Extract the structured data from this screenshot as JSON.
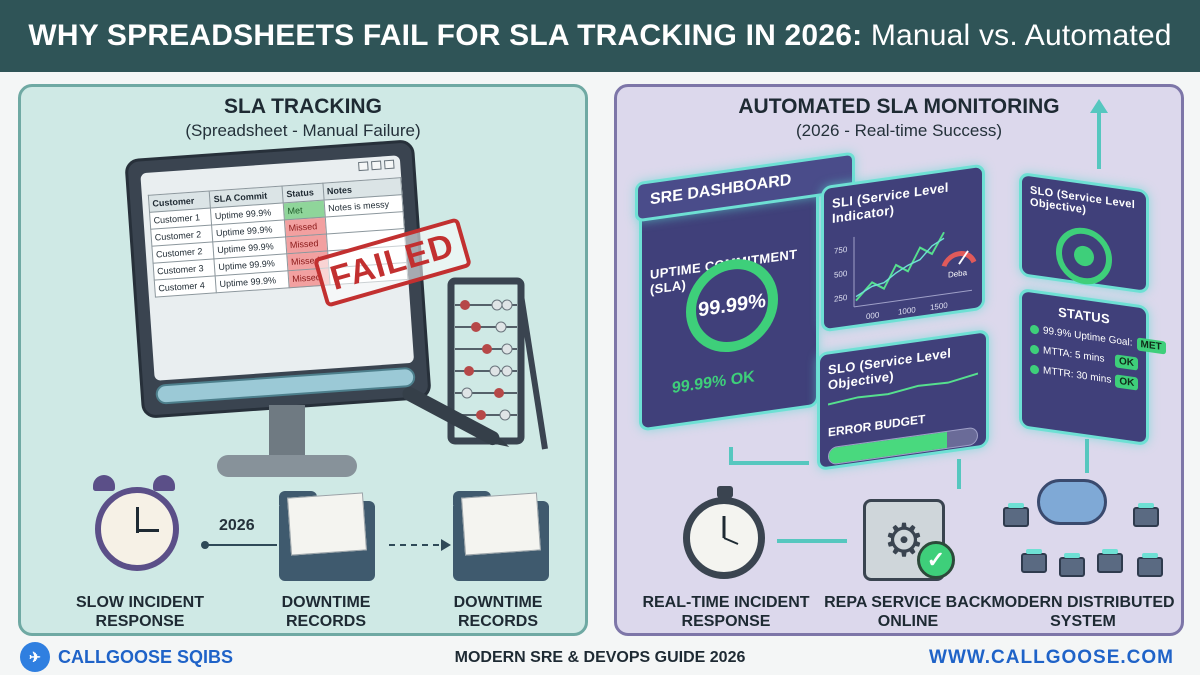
{
  "header": {
    "title_bold": "WHY SPREADSHEETS FAIL FOR SLA TRACKING IN 2026:",
    "title_light": "Manual vs. Automated"
  },
  "left_panel": {
    "title": "SLA TRACKING",
    "subtitle": "(Spreadsheet - Manual Failure)",
    "table": {
      "headers": [
        "Customer",
        "SLA Commit",
        "Status",
        "Notes"
      ],
      "rows": [
        {
          "customer": "Customer 1",
          "commit": "Uptime 99.9%",
          "status": "Met",
          "notes": "Notes is messy"
        },
        {
          "customer": "Customer 2",
          "commit": "Uptime 99.9%",
          "status": "Missed",
          "notes": ""
        },
        {
          "customer": "Customer 2",
          "commit": "Uptime 99.9%",
          "status": "Missed",
          "notes": ""
        },
        {
          "customer": "Customer 3",
          "commit": "Uptime 99.9%",
          "status": "Missed",
          "notes": ""
        },
        {
          "customer": "Customer 4",
          "commit": "Uptime 99.9%",
          "status": "Missed",
          "notes": ""
        }
      ]
    },
    "stamp": "FAILED",
    "flow": {
      "year_label": "2026",
      "items": [
        "SLOW INCIDENT RESPONSE",
        "DOWNTIME RECORDS",
        "DOWNTIME RECORDS"
      ]
    }
  },
  "right_panel": {
    "title": "AUTOMATED SLA MONITORING",
    "subtitle": "(2026 - Real-time Success)",
    "dashboard": {
      "title": "SRE DASHBOARD",
      "uptime_label": "UPTIME COMMITMENT (SLA)",
      "uptime_value": "99.99%",
      "ok_text": "99.99% OK"
    },
    "sli_card": {
      "title": "SLI (Service Level Indicator)",
      "y_ticks": [
        "750",
        "500",
        "250"
      ],
      "x_ticks": [
        "000",
        "1000",
        "1500"
      ],
      "gauge_label": "Deba"
    },
    "slo_budget_card": {
      "title": "SLO (Service Level Objective)",
      "budget_label": "ERROR BUDGET",
      "budget_fraction": 0.8
    },
    "slo_target_card": {
      "title": "SLO (Service Level Objective)"
    },
    "status_card": {
      "title": "STATUS",
      "rows": [
        {
          "label": "99.9% Uptime Goal:",
          "badge": "MET"
        },
        {
          "label": "MTTA: 5 mins",
          "badge": "OK"
        },
        {
          "label": "MTTR: 30 mins",
          "badge": "OK"
        }
      ]
    },
    "flow": {
      "items": [
        "REAL-TIME INCIDENT RESPONSE",
        "REPA SERVICE BACK ONLINE",
        "MODERN DISTRIBUTED SYSTEM"
      ]
    }
  },
  "footer": {
    "brand": "CALLGOOSE SQIBS",
    "guide": "MODERN SRE & DEVOPS GUIDE 2026",
    "website": "WWW.CALLGOOSE.COM"
  },
  "colors": {
    "header_bg": "#2f5457",
    "left_panel_bg": "#cfe9e5",
    "right_panel_bg": "#dcd8ec",
    "met": "#8fd59a",
    "missed": "#f2a0a0",
    "failed_stamp": "#c23030",
    "success_green": "#3ecf7a",
    "glow": "#6ee0d4",
    "brand_blue": "#1f63c8"
  },
  "icons": [
    "alarm-clock-icon",
    "folder-icon",
    "abacus-icon",
    "pen-icon",
    "stopwatch-icon",
    "gear-icon",
    "check-icon",
    "cloud-icon",
    "server-node-icon",
    "target-icon",
    "trend-chart-icon",
    "gauge-icon"
  ]
}
